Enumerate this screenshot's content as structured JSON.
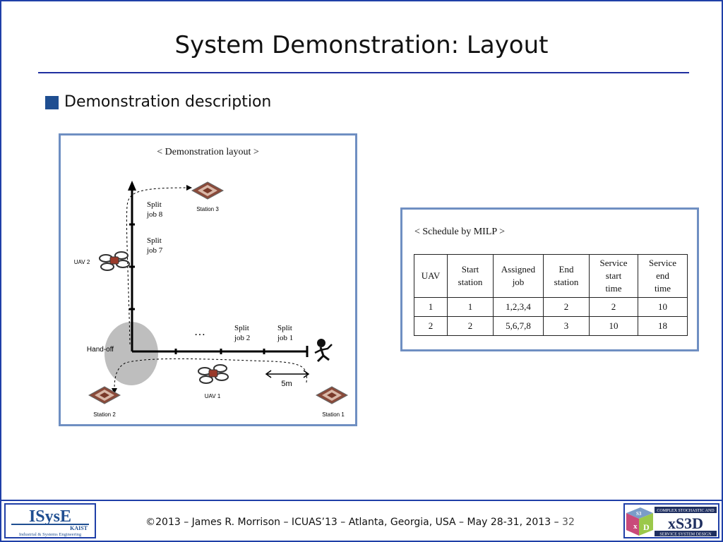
{
  "slide": {
    "title": "System Demonstration: Layout",
    "bullet": "Demonstration description"
  },
  "layout_figure": {
    "caption": "< Demonstration layout >",
    "station3": "Station 3",
    "station2": "Station 2",
    "station1": "Station 1",
    "uav2": "UAV 2",
    "uav1": "UAV 1",
    "handoff": "Hand-off",
    "scale": "5m",
    "ellipsis": "…",
    "split_word": "Split",
    "job8": "job 8",
    "job7": "job 7",
    "job2": "job 2",
    "job1": "job 1"
  },
  "schedule": {
    "caption": "< Schedule by MILP >",
    "headers": [
      [
        "UAV"
      ],
      [
        "Start",
        "station"
      ],
      [
        "Assigned",
        "job"
      ],
      [
        "End",
        "station"
      ],
      [
        "Service",
        "start",
        "time"
      ],
      [
        "Service",
        "end",
        "time"
      ]
    ],
    "rows": [
      [
        "1",
        "1",
        "1,2,3,4",
        "2",
        "2",
        "10"
      ],
      [
        "2",
        "2",
        "5,6,7,8",
        "3",
        "10",
        "18"
      ]
    ]
  },
  "footer": {
    "text": "©2013 – James R. Morrison – ICUAS’13 – Atlanta, Georgia, USA – May 28-31, 2013 –",
    "page": "32",
    "left_logo": "ISysE KAIST Industrial & Systems Engineering",
    "right_logo": "Complex Stochastic and xS3D Service System Design"
  },
  "colors": {
    "frame": "#1f3fa8",
    "title_rule": "#1f2fa0",
    "bullet": "#1f4e91",
    "panel_border": "#6f8fc2",
    "handoff_zone": "#b3b3b3"
  }
}
